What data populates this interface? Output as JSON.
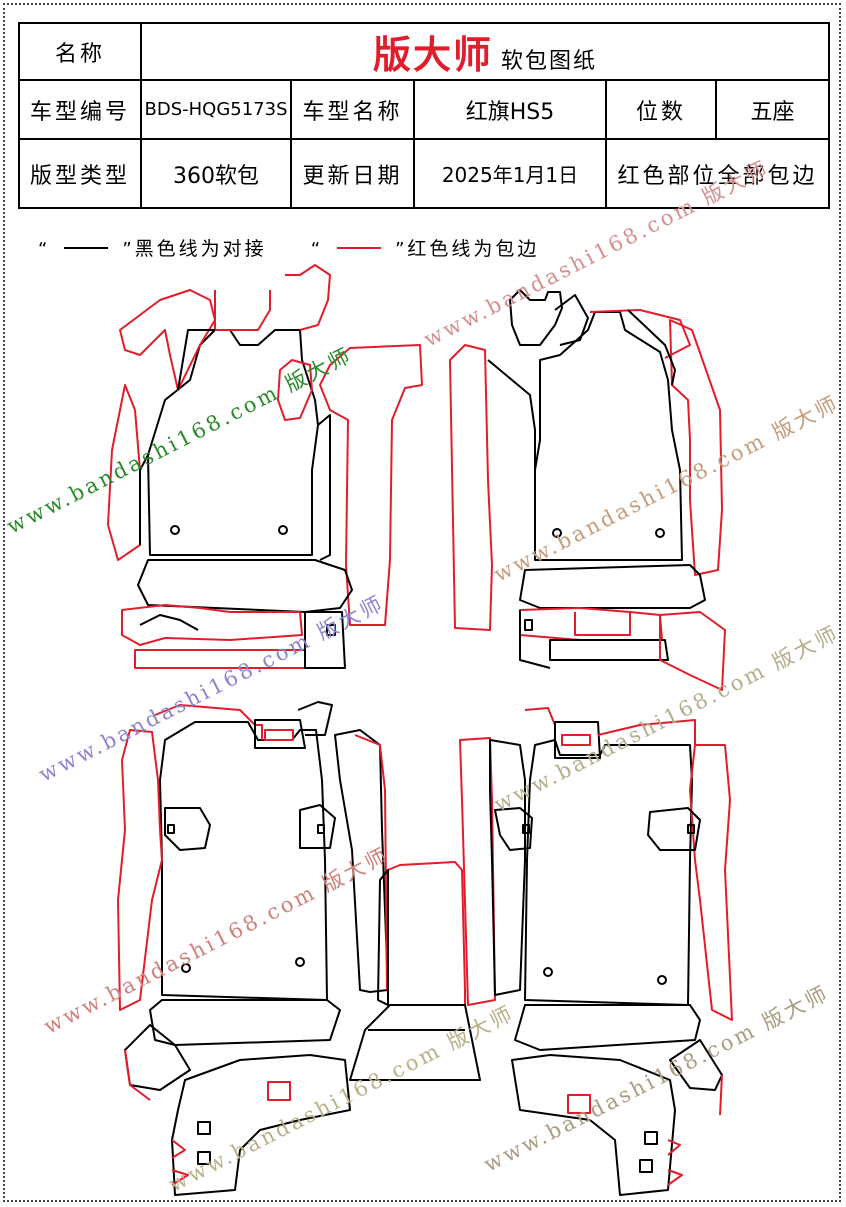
{
  "header": {
    "name_label": "名称",
    "brand": "版大师",
    "doc_type": "软包图纸",
    "model_code_label": "车型编号",
    "model_code": "BDS-HQG5173S",
    "model_name_label": "车型名称",
    "model_name": "红旗HS5",
    "seats_label": "位数",
    "seats": "五座",
    "pattern_type_label": "版型类型",
    "pattern_type": "360软包",
    "update_date_label": "更新日期",
    "update_date": "2025年1月1日",
    "note": "红色部位全部包边"
  },
  "legend": {
    "open_quote": "“",
    "close_quote": "”",
    "black_text": "黑色线为对接",
    "red_text": "红色线为包边"
  },
  "watermark": {
    "text": "www.bandashi168.com 版大师"
  },
  "colors": {
    "edge_red": "#e21d2b",
    "seam_black": "#000000",
    "brand_red": "#e21d2b"
  }
}
